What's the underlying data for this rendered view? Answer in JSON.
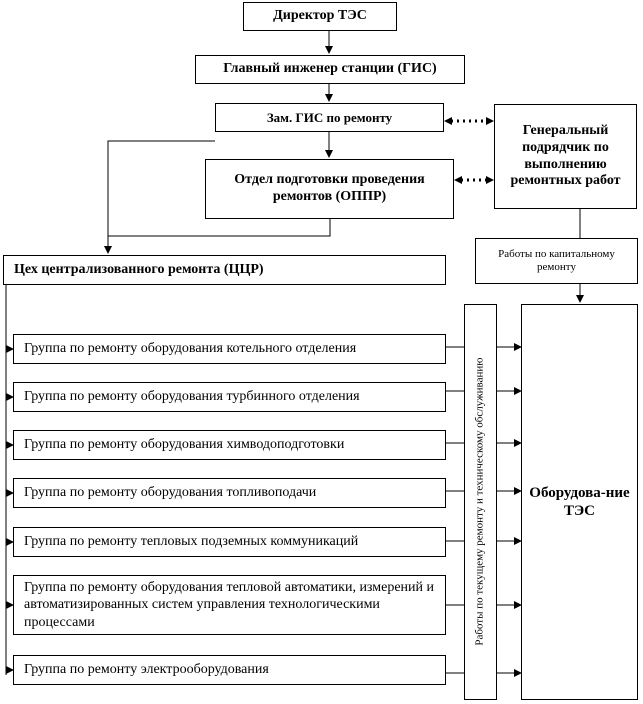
{
  "director": "Директор ТЭС",
  "chief_engineer": "Главный инженер станции (ГИС)",
  "deputy": "Зам. ГИС по ремонту",
  "contractor": "Генеральный подрядчик по выполнению ремонтных работ",
  "oppr": "Отдел подготовки проведения ремонтов (ОППР)",
  "capital": "Работы по капитальному ремонту",
  "cczr": "Цех централизованного ремонта (ЦЦР)",
  "groups": [
    "Группа по ремонту оборудования котельного отделения",
    "Группа по ремонту оборудования турбинного отделения",
    "Группа по ремонту оборудования химводоподготовки",
    "Группа по ремонту оборудования топливоподачи",
    "Группа по ремонту тепловых подземных коммуникаций",
    "Группа по ремонту оборудования тепловой автоматики, измерений и автоматизированных систем управления технологическими процессами",
    "Группа по ремонту электрооборудования"
  ],
  "current_repair": "Работы по текущему ремонту и техническому обслуживанию",
  "equipment": "Оборудова-ние ТЭС"
}
